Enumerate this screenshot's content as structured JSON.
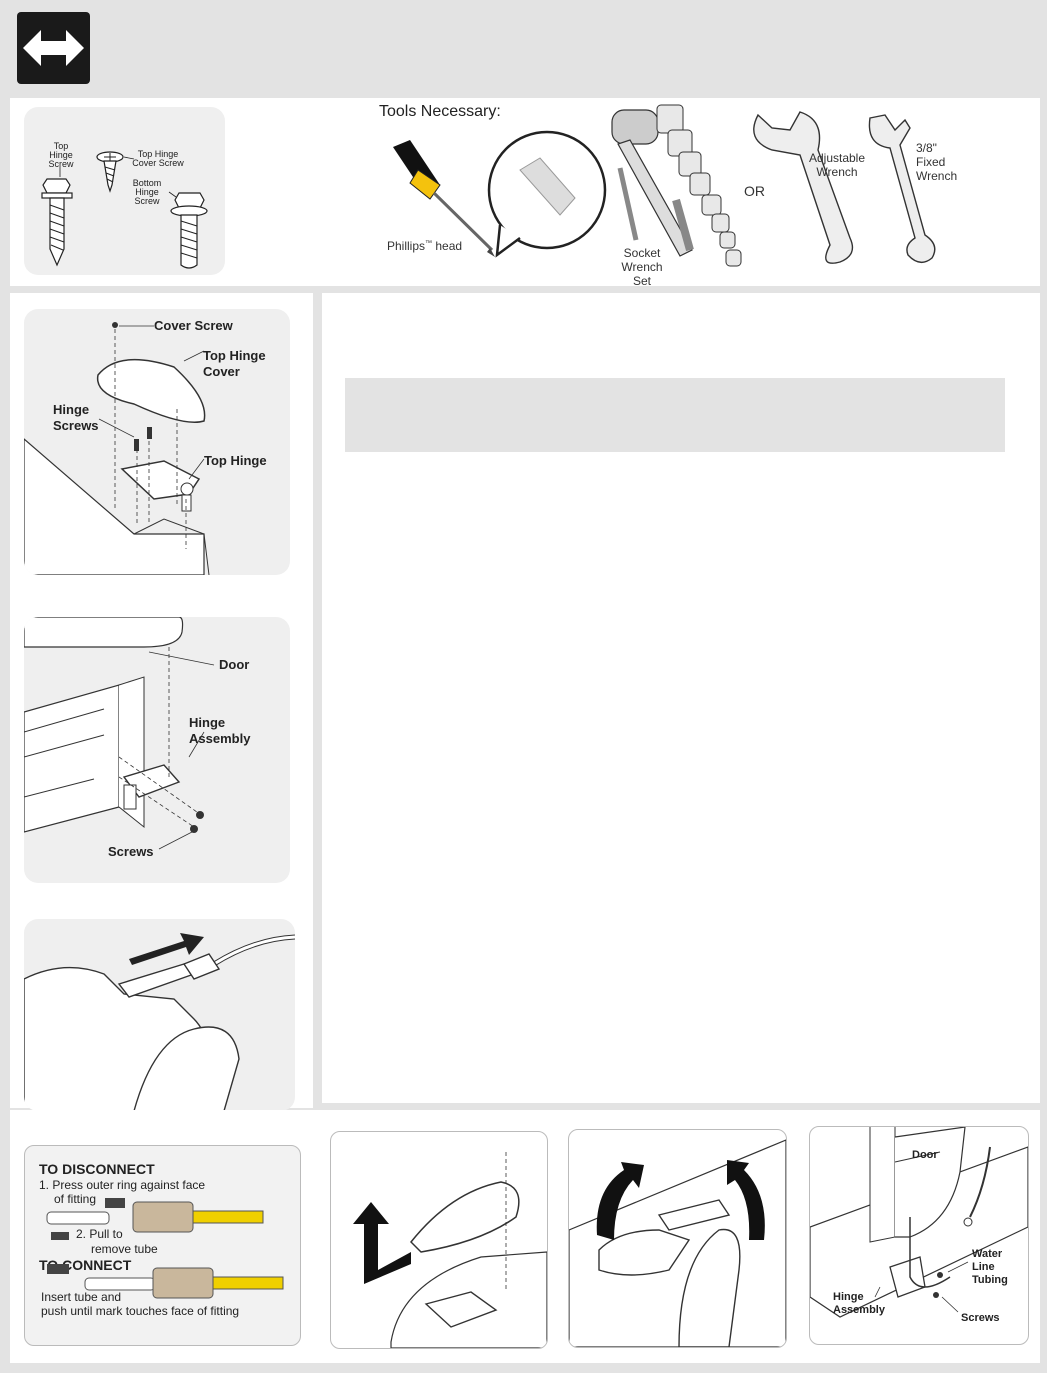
{
  "header": {
    "icon": "double-arrow-icon"
  },
  "hardware": {
    "top_hinge_screw": "Top\nHinge\nScrew",
    "top_hinge_cover_screw": "Top Hinge\nCover Screw",
    "bottom_hinge_screw": "Bottom\nHinge\nScrew"
  },
  "tools": {
    "title": "Tools Necessary:",
    "phillips": "Phillips",
    "phillips_tm": "™",
    "phillips_head": "head",
    "socket": "Socket\nWrench Set",
    "or": "OR",
    "adjustable": "Adjustable\nWrench",
    "fixed": "3/8\"\nFixed\nWrench"
  },
  "fig_top_hinge": {
    "cover_screw": "Cover Screw",
    "top_hinge_cover": "Top Hinge\nCover",
    "hinge_screws": "Hinge\nScrews",
    "top_hinge": "Top Hinge"
  },
  "fig_bottom_hinge": {
    "door": "Door",
    "hinge_assembly": "Hinge\nAssembly",
    "screws": "Screws"
  },
  "fitting": {
    "disconnect_title": "TO DISCONNECT",
    "step1": "1. Press outer ring against face",
    "step1b": "of fitting",
    "step2": "2. Pull to",
    "step2b": "remove tube",
    "connect_title": "TO CONNECT",
    "connect1": "Insert tube and",
    "connect2": "push until mark touches face of fitting"
  },
  "fig_water": {
    "door": "Door",
    "water_line": "Water\nLine\nTubing",
    "hinge_assembly": "Hinge\nAssembly",
    "screws": "Screws"
  }
}
